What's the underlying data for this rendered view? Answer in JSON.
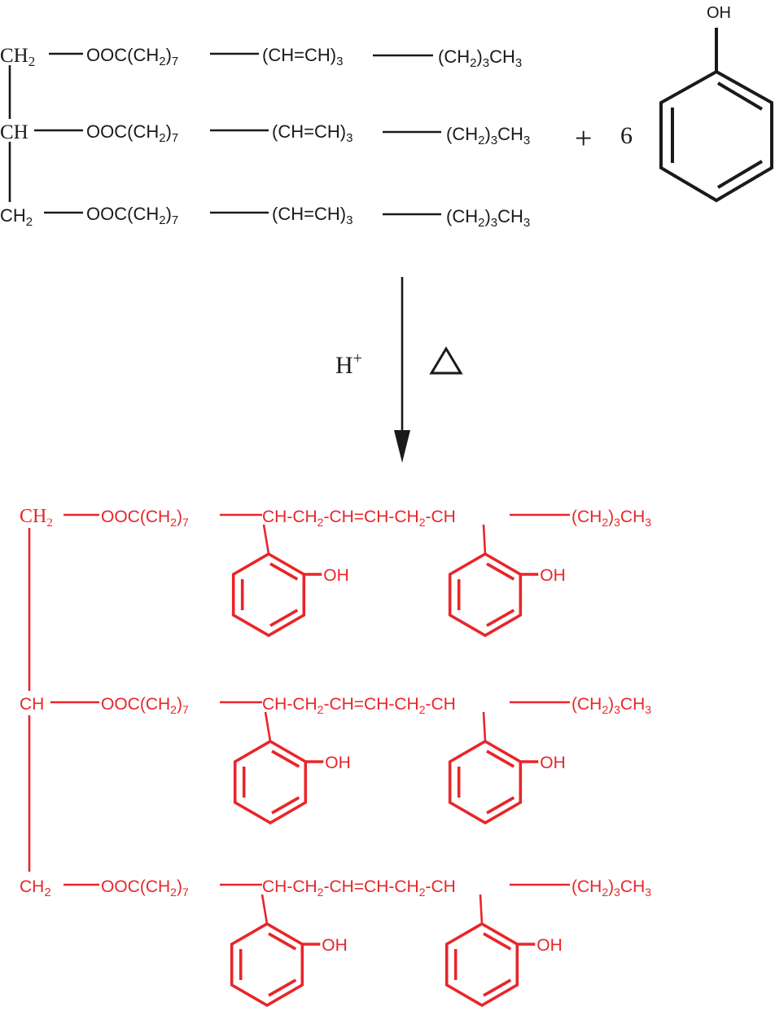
{
  "colors": {
    "reactant": "#1a1a1a",
    "product": "#e8262a"
  },
  "reactant": {
    "backbone": [
      "CH",
      "CH",
      "CH"
    ],
    "backbone_sub": [
      "2",
      "",
      "2"
    ],
    "ester_main": "OOC(CH",
    "ester_close": ")",
    "ester_sub": "2",
    "ester_idx": "7",
    "diene_main": "(CH=CH)",
    "diene_idx": "3",
    "tail_main": "(CH",
    "tail_sub": "2",
    "tail_mid": ")",
    "tail_idx": "3",
    "tail_end": "CH",
    "tail_end_sub": "3"
  },
  "plus": "+",
  "coefficient": "6",
  "phenol_label": "OH",
  "catalyst": {
    "main": "H",
    "sup": "+"
  },
  "heat_symbol": "heat-triangle-icon",
  "product": {
    "backbone": [
      "CH",
      "CH",
      "CH"
    ],
    "backbone_sub": [
      "2",
      "",
      "2"
    ],
    "ester_main": "OOC(CH",
    "ester_close": ")",
    "ester_sub": "2",
    "ester_idx": "7",
    "chain_a": "CH-CH",
    "chain_sub1": "2",
    "chain_b": "-CH=CH-CH",
    "chain_sub2": "2",
    "chain_c": "-CH",
    "tail_main": "(CH",
    "tail_sub": "2",
    "tail_mid": ")",
    "tail_idx": "3",
    "tail_end": "CH",
    "tail_end_sub": "3",
    "ring_label": "OH"
  }
}
